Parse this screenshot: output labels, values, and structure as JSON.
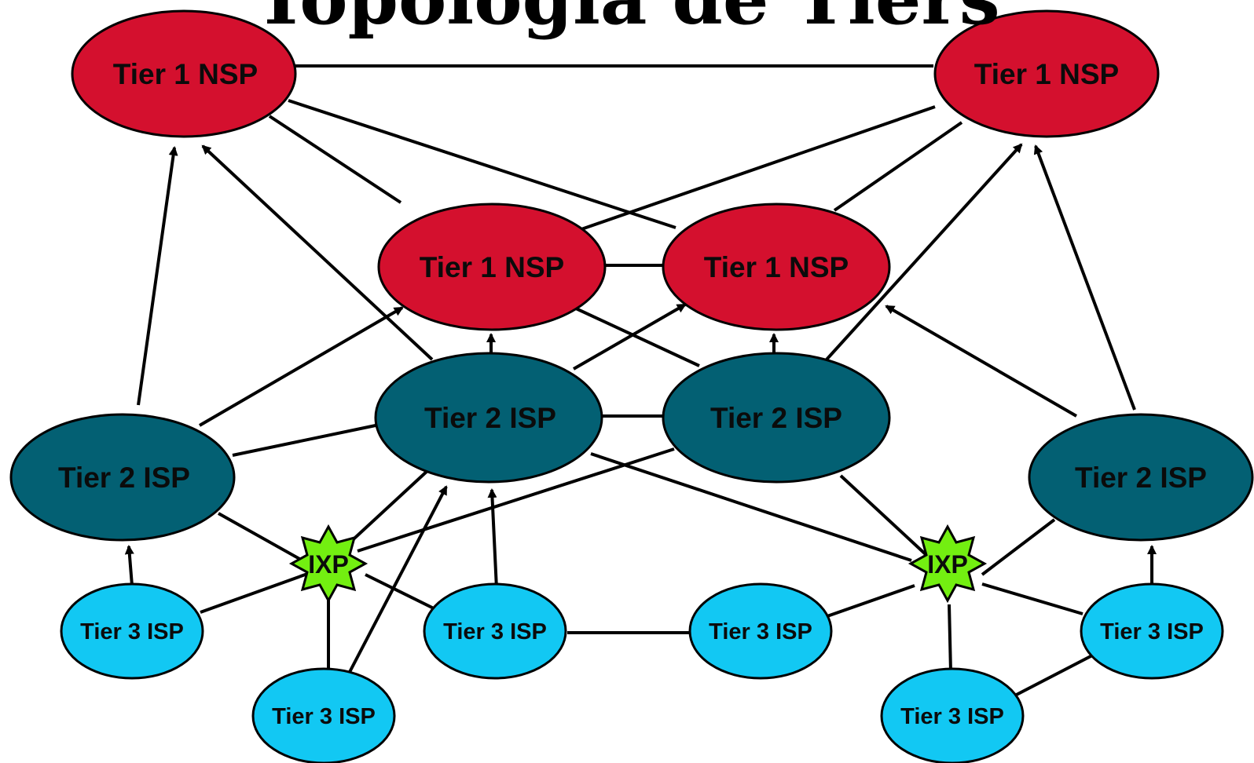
{
  "title": "Topologia de Tiers",
  "colors": {
    "tier1": "#d4102e",
    "tier2": "#036073",
    "tier3": "#12c8f3",
    "ixp": "#73ef11"
  },
  "labels": {
    "tier1": "Tier 1 NSP",
    "tier2": "Tier 2 ISP",
    "tier3": "Tier 3 ISP",
    "ixp": "IXP"
  }
}
